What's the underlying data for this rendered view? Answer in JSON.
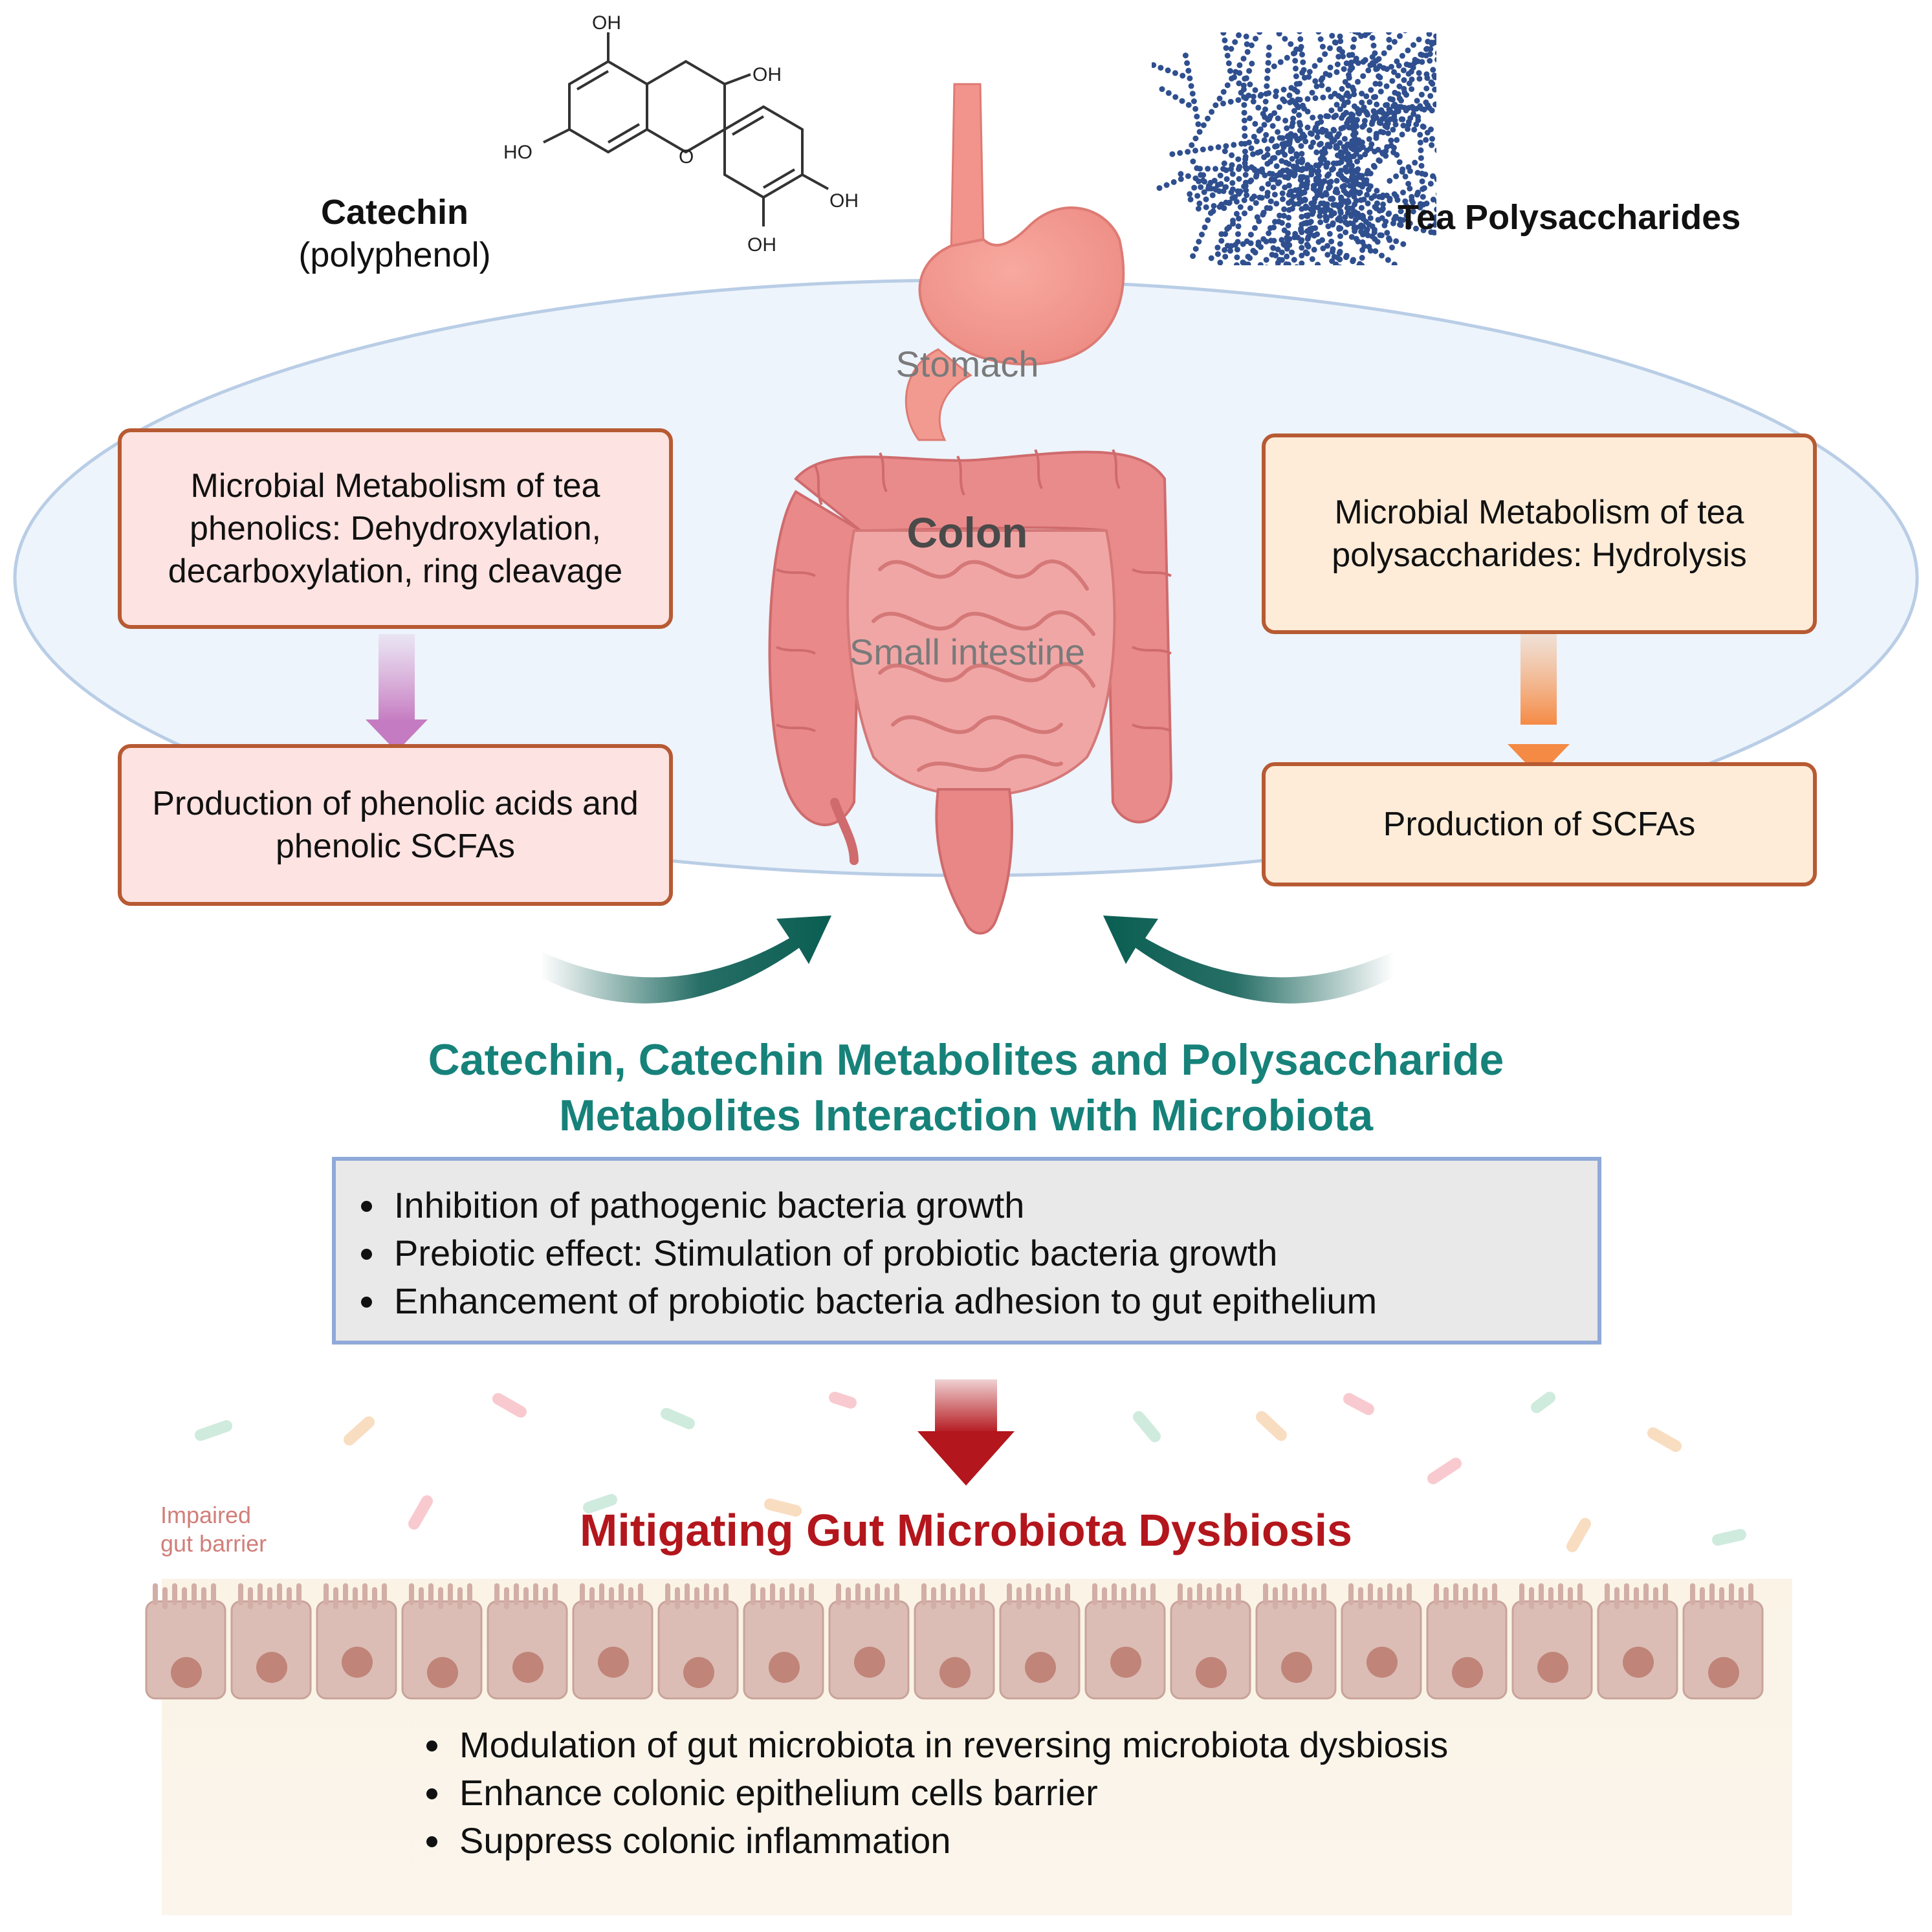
{
  "top": {
    "catechin_name": "Catechin",
    "catechin_class": "(polyphenol)",
    "polysaccharide_name": "Tea Polysaccharides",
    "molecule_groups": {
      "oh": "OH",
      "ho": "HO",
      "o": "O"
    }
  },
  "organs": {
    "stomach": "Stomach",
    "colon": "Colon",
    "small_intestine": "Small intestine"
  },
  "left_column": {
    "metabolism": "Microbial Metabolism of tea phenolics:  Dehydroxylation, decarboxylation, ring cleavage",
    "production": "Production of phenolic acids and phenolic SCFAs"
  },
  "right_column": {
    "metabolism": "Microbial Metabolism of tea polysaccharides: Hydrolysis",
    "production": "Production of SCFAs"
  },
  "interaction": {
    "title_line1": "Catechin, Catechin Metabolites and Polysaccharide",
    "title_line2": "Metabolites Interaction with Microbiota",
    "items": [
      "Inhibition of pathogenic bacteria growth",
      "Prebiotic effect: Stimulation of probiotic bacteria growth",
      "Enhancement of probiotic bacteria adhesion to gut epithelium"
    ]
  },
  "outcome": {
    "impaired_line1": "Impaired",
    "impaired_line2": "gut barrier",
    "title": "Mitigating Gut Microbiota Dysbiosis",
    "items": [
      "Modulation of gut microbiota in reversing microbiota dysbiosis",
      "Enhance colonic epithelium cells barrier",
      "Suppress colonic inflammation"
    ]
  },
  "colors": {
    "teal_title": "#16827a",
    "red_title": "#b3161c",
    "box_border": "#b75a33",
    "ellipse_fill": "#edf4fb",
    "ellipse_stroke": "#b9cde6",
    "panel_fill": "#e9e9e9",
    "panel_border": "#8fa9d8"
  }
}
